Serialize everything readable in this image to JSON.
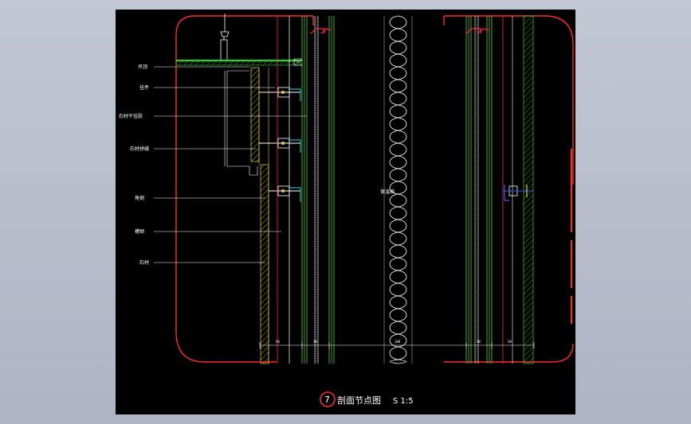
{
  "drawing": {
    "labels": [
      {
        "id": "ceiling",
        "text": "吊顶"
      },
      {
        "id": "hanger",
        "text": "挂件"
      },
      {
        "id": "adhesive",
        "text": "石材干挂胶"
      },
      {
        "id": "stone-joint",
        "text": "石材拼缝"
      },
      {
        "id": "angle-steel",
        "text": "角钢"
      },
      {
        "id": "channel-steel",
        "text": "槽钢"
      },
      {
        "id": "stone",
        "text": "石材"
      }
    ],
    "center_label": "保温棉",
    "dimensions": [
      "50",
      "10",
      "100",
      "10",
      "50"
    ],
    "title": {
      "number": "7",
      "text": "剖面节点图",
      "scale": "S 1:5"
    }
  },
  "colors": {
    "frame": "#ff2a2a",
    "green": "#33cc33",
    "yellow": "#e0d040",
    "white": "#ffffff",
    "cyan": "#30d8e8",
    "blue": "#3060ff",
    "gray": "#9a9a9a"
  }
}
